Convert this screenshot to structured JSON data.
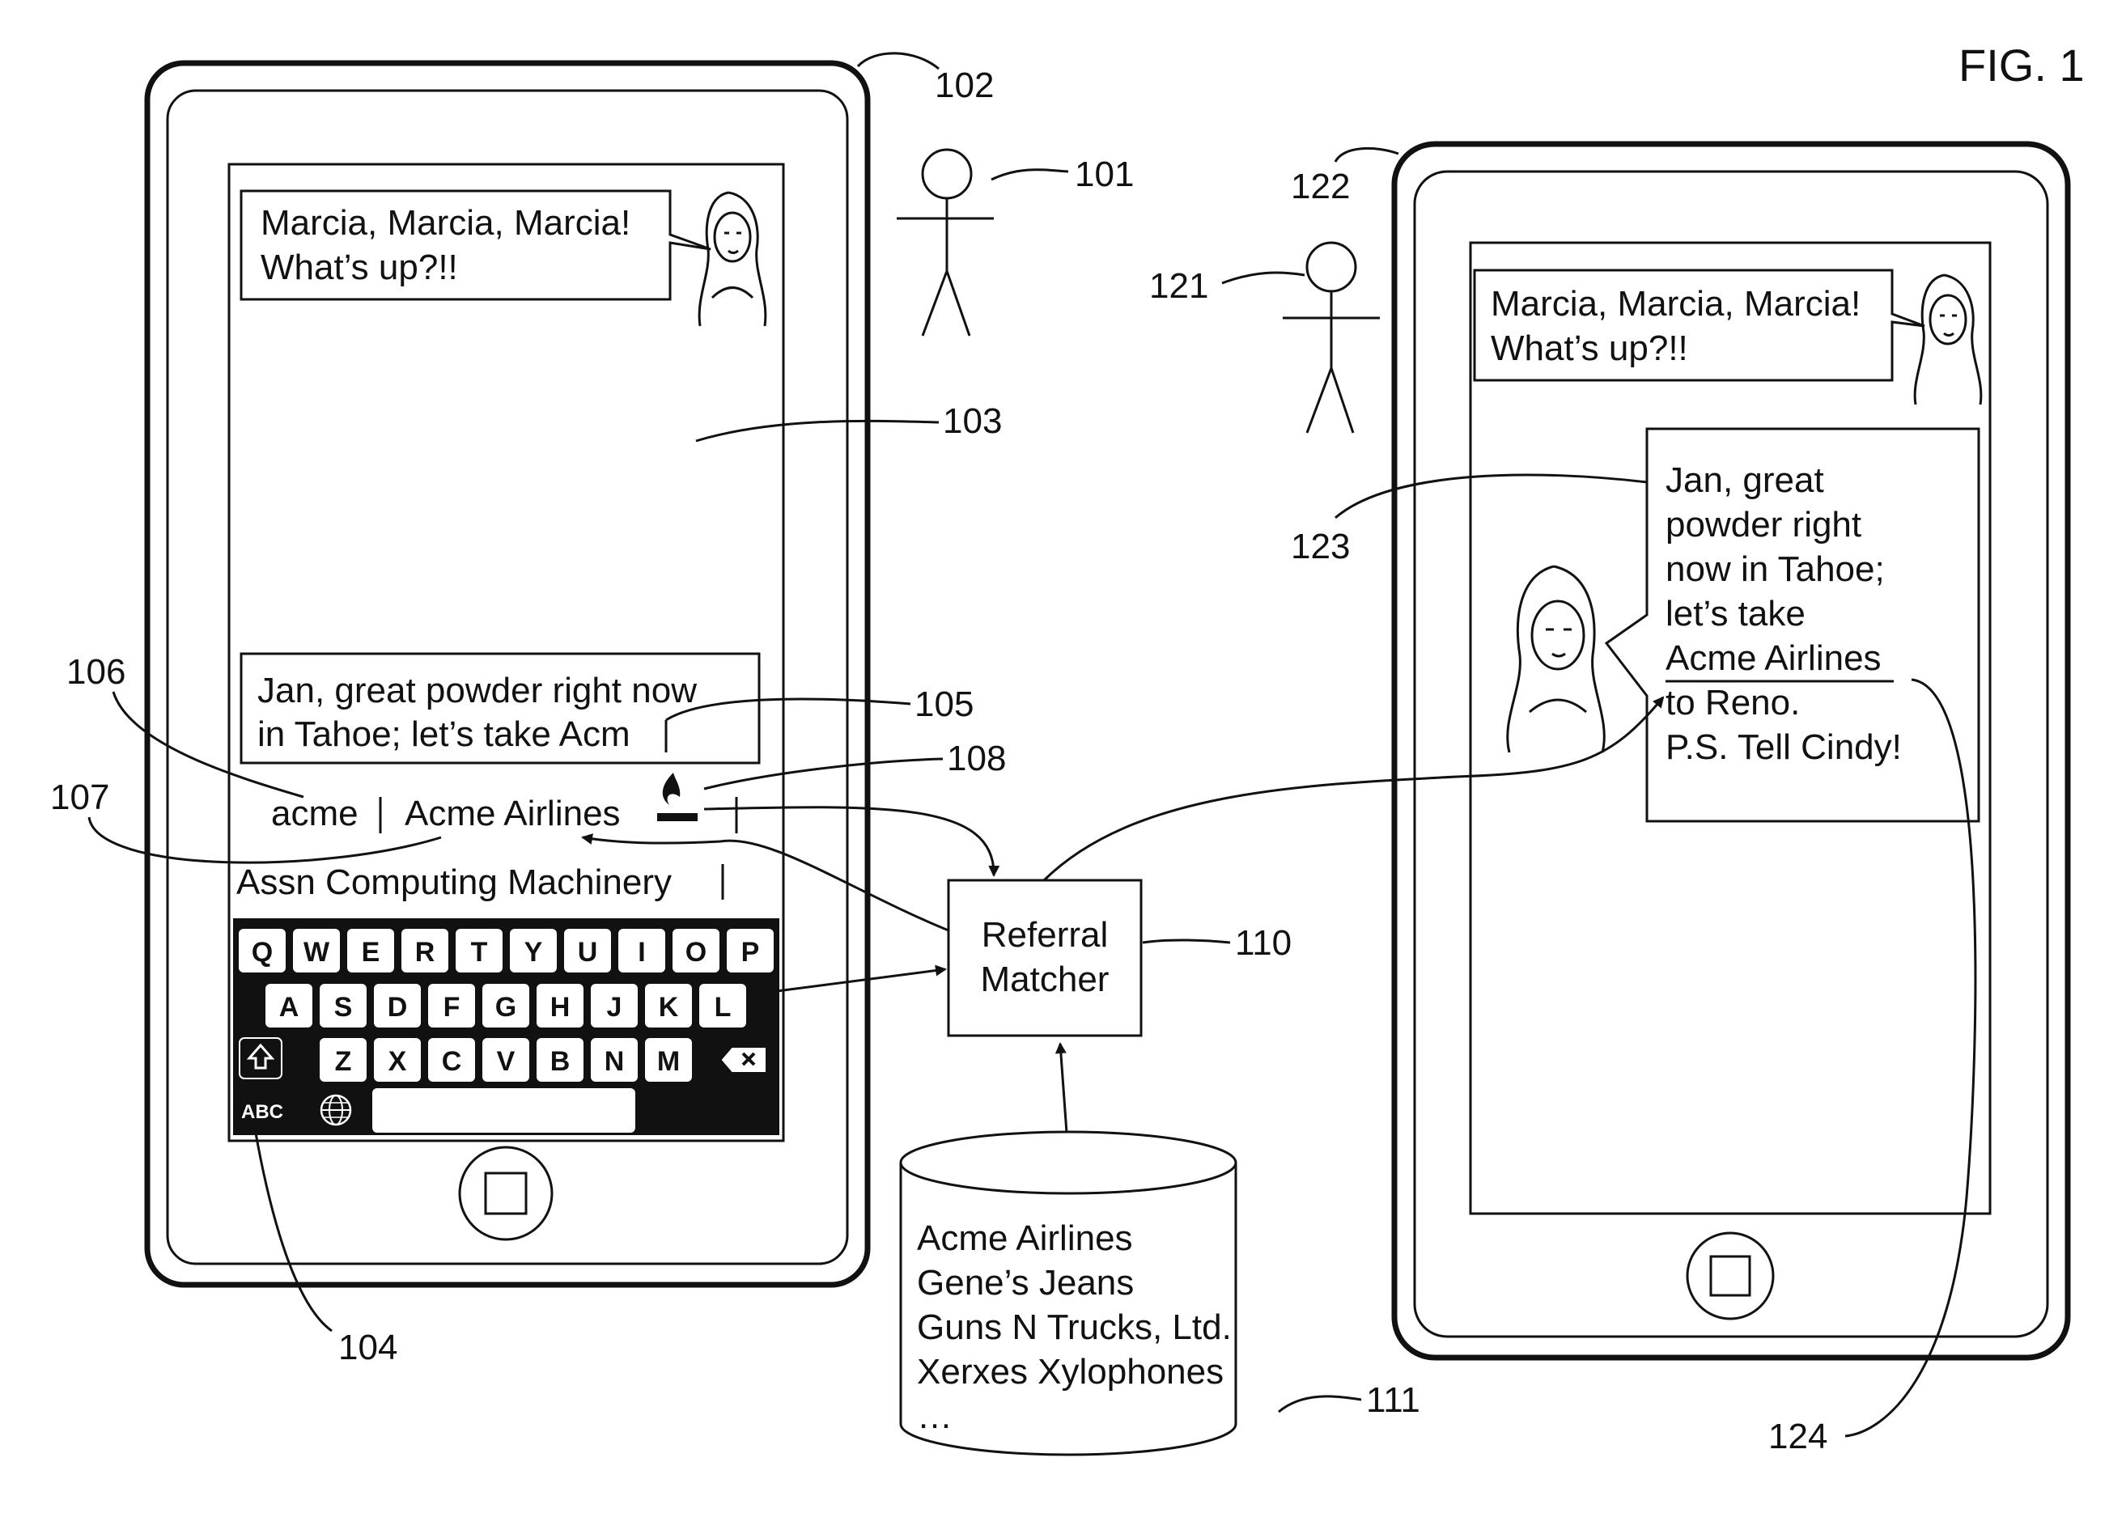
{
  "figure_label": "FIG. 1",
  "left_device": {
    "ref_device": "102",
    "ref_user": "101",
    "ref_screen": "103",
    "ref_keyboard": "104",
    "ref_input": "105",
    "ref_suggestion_typed": "106",
    "ref_suggestion_match": "107",
    "ref_sponsor_icon": "108",
    "incoming_message": {
      "line1": "Marcia, Marcia, Marcia!",
      "line2": "What’s up?!!"
    },
    "compose": {
      "line1": "Jan, great powder right now",
      "line2": "in Tahoe; let’s take Acm"
    },
    "suggestions": {
      "typed": "acme",
      "match": "Acme Airlines",
      "alt": "Assn Computing Machinery"
    },
    "keyboard": {
      "row1": [
        "Q",
        "W",
        "E",
        "R",
        "T",
        "Y",
        "U",
        "I",
        "O",
        "P"
      ],
      "row2": [
        "A",
        "S",
        "D",
        "F",
        "G",
        "H",
        "J",
        "K",
        "L"
      ],
      "row3": [
        "Z",
        "X",
        "C",
        "V",
        "B",
        "N",
        "M"
      ],
      "abc_label": "ABC"
    }
  },
  "right_device": {
    "ref_device": "122",
    "ref_user": "121",
    "ref_message": "123",
    "ref_link": "124",
    "incoming_message": {
      "line1": "Marcia, Marcia, Marcia!",
      "line2": "What’s up?!!"
    },
    "received": {
      "line1": "Jan, great",
      "line2": "powder right",
      "line3": "now in Tahoe;",
      "line4": "let’s take",
      "link": "Acme Airlines",
      "line6": "to Reno.",
      "line7": "P.S. Tell Cindy!"
    }
  },
  "matcher": {
    "line1": "Referral",
    "line2": "Matcher",
    "ref": "110"
  },
  "database": {
    "ref": "111",
    "entries": [
      "Acme Airlines",
      "Gene’s Jeans",
      "Guns N Trucks, Ltd.",
      "Xerxes Xylophones",
      "…"
    ]
  }
}
